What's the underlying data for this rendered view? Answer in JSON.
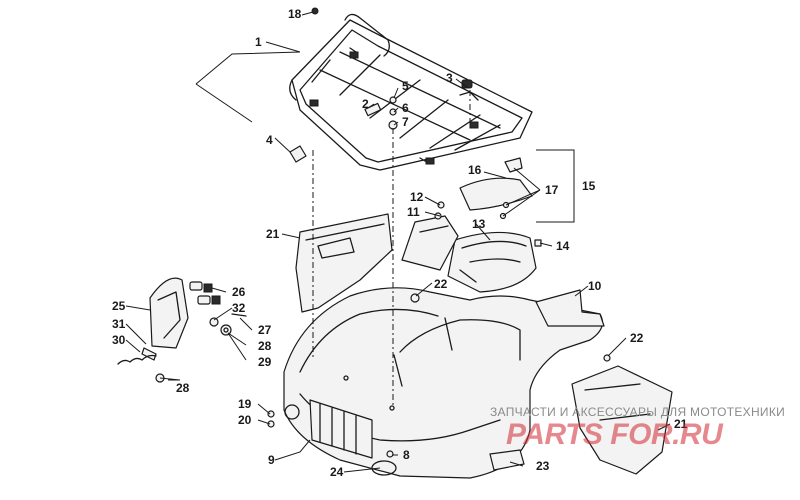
{
  "diagram": {
    "callouts": [
      {
        "id": "c1",
        "text": "1"
      },
      {
        "id": "c2",
        "text": "2"
      },
      {
        "id": "c3",
        "text": "3"
      },
      {
        "id": "c4",
        "text": "4"
      },
      {
        "id": "c5",
        "text": "5"
      },
      {
        "id": "c6",
        "text": "6"
      },
      {
        "id": "c7",
        "text": "7"
      },
      {
        "id": "c8",
        "text": "8"
      },
      {
        "id": "c9",
        "text": "9"
      },
      {
        "id": "c10",
        "text": "10"
      },
      {
        "id": "c11",
        "text": "11"
      },
      {
        "id": "c12",
        "text": "12"
      },
      {
        "id": "c13",
        "text": "13"
      },
      {
        "id": "c14",
        "text": "14"
      },
      {
        "id": "c15",
        "text": "15"
      },
      {
        "id": "c16",
        "text": "16"
      },
      {
        "id": "c17",
        "text": "17"
      },
      {
        "id": "c18",
        "text": "18"
      },
      {
        "id": "c19",
        "text": "19"
      },
      {
        "id": "c20",
        "text": "20"
      },
      {
        "id": "c21a",
        "text": "21"
      },
      {
        "id": "c21b",
        "text": "21"
      },
      {
        "id": "c22a",
        "text": "22"
      },
      {
        "id": "c22b",
        "text": "22"
      },
      {
        "id": "c23",
        "text": "23"
      },
      {
        "id": "c24",
        "text": "24"
      },
      {
        "id": "c25",
        "text": "25"
      },
      {
        "id": "c26",
        "text": "26"
      },
      {
        "id": "c27",
        "text": "27"
      },
      {
        "id": "c28a",
        "text": "28"
      },
      {
        "id": "c28b",
        "text": "28"
      },
      {
        "id": "c29",
        "text": "29"
      },
      {
        "id": "c30",
        "text": "30"
      },
      {
        "id": "c31",
        "text": "31"
      },
      {
        "id": "c32",
        "text": "32"
      }
    ]
  },
  "watermark": {
    "caption": "ЗАПЧАСТИ И АКСЕССУАРЫ ДЛЯ МОТОТЕХНИКИ",
    "logo": "PARTS FOR.RU"
  },
  "colors": {
    "line": "#1a1a1a",
    "watermark_text": "#8a8a8a",
    "watermark_logo": "#d22832"
  }
}
